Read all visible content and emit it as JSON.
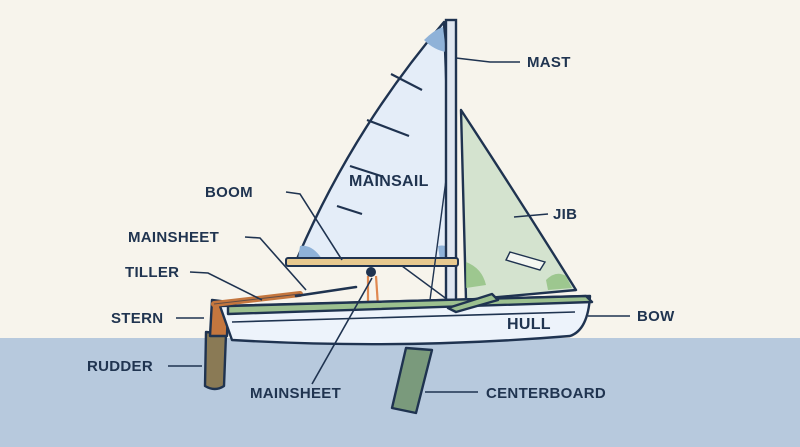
{
  "labels": {
    "mast": "MAST",
    "mainsail": "MAINSAIL",
    "boom": "BOOM",
    "jib": "JIB",
    "mainsheet_upper": "MAINSHEET",
    "tiller": "TILLER",
    "stern": "STERN",
    "hull": "HULL",
    "bow": "BOW",
    "rudder": "RUDDER",
    "mainsheet_lower": "MAINSHEET",
    "centerboard": "CENTERBOARD"
  },
  "colors": {
    "background": "#f7f4ec",
    "water": "#b7c9dd",
    "ink": "#1f3350",
    "mainsail": "#e4edf8",
    "jib": "#d4e3cf",
    "hull": "#edf3fb",
    "deck": "#9cc08f",
    "rudder": "#b88a4a",
    "centerboard": "#7a9a7c",
    "rope": "#e08850"
  }
}
